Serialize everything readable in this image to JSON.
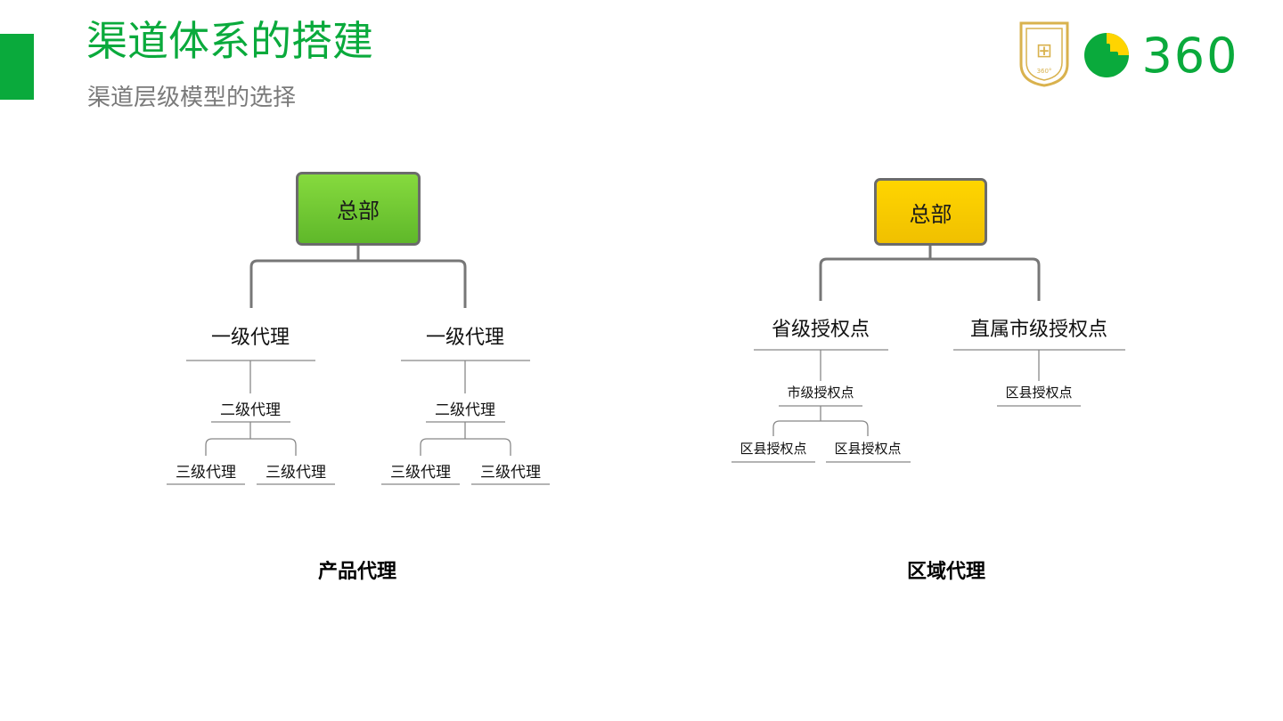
{
  "header": {
    "title": "渠道体系的搭建",
    "subtitle": "渠道层级模型的选择"
  },
  "logos": {
    "badge_text": "360°",
    "brand_text": "360",
    "brand_color": "#0aaa3c",
    "badge_color": "#d9b24e",
    "plus_color": "#ffd400"
  },
  "colors": {
    "accent": "#0aaa3c",
    "green_box": "#6cc832",
    "yellow_box": "#ffcc00",
    "connector": "#777777"
  },
  "product_agency": {
    "root": "总部",
    "level1": [
      "一级代理",
      "一级代理"
    ],
    "level2": [
      "二级代理",
      "二级代理"
    ],
    "level3": [
      "三级代理",
      "三级代理",
      "三级代理",
      "三级代理"
    ],
    "caption": "产品代理"
  },
  "regional_agency": {
    "root": "总部",
    "level1": [
      "省级授权点",
      "直属市级授权点"
    ],
    "level2": [
      "市级授权点",
      "区县授权点"
    ],
    "level3": [
      "区县授权点",
      "区县授权点"
    ],
    "caption": "区域代理"
  }
}
